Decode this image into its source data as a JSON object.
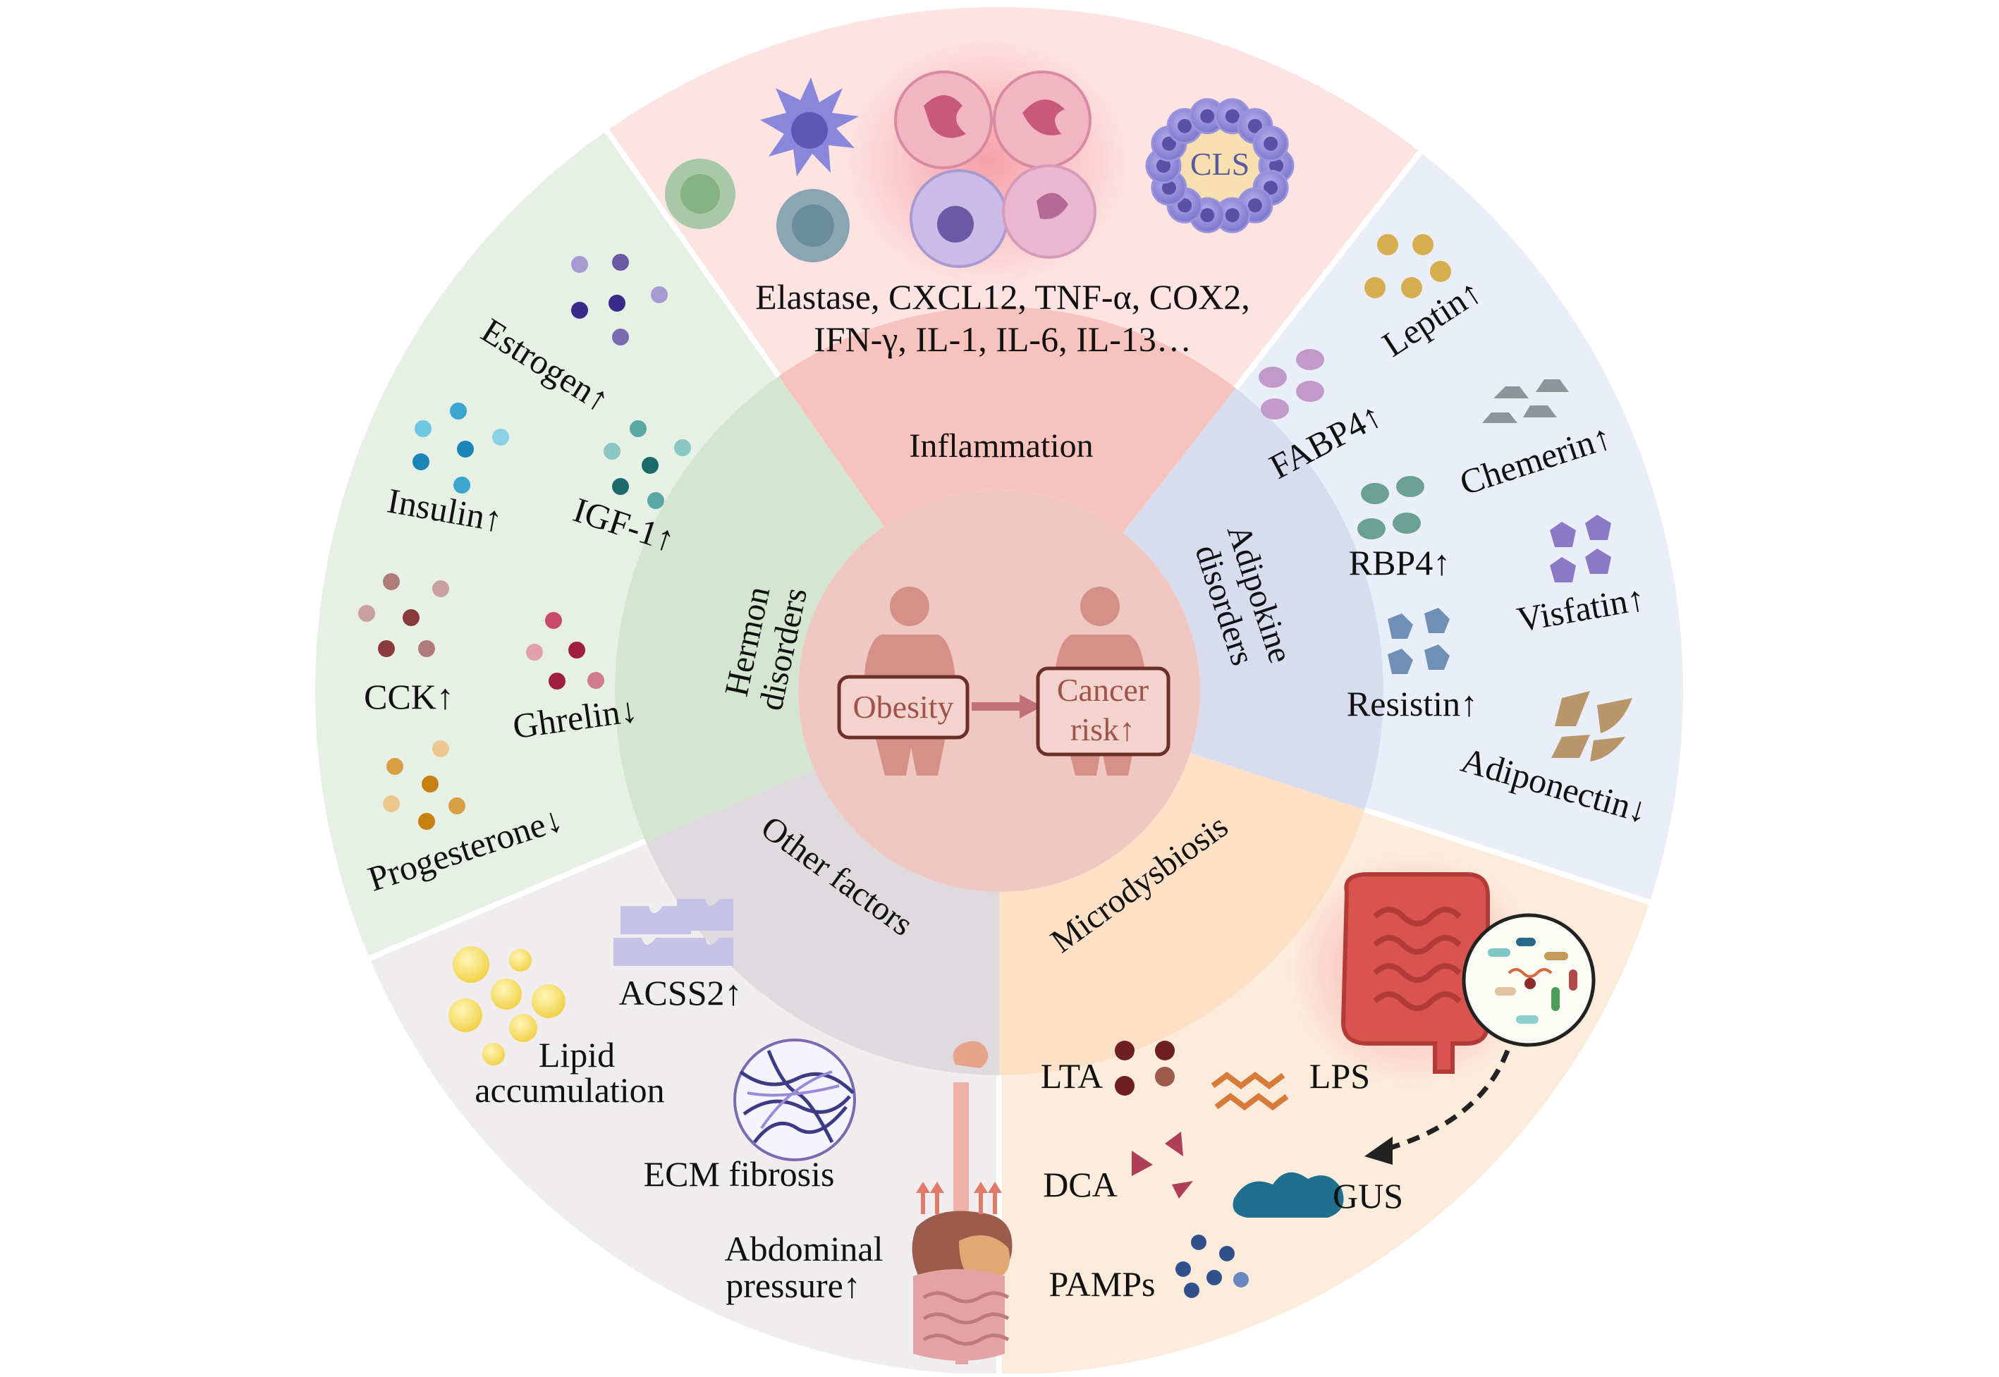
{
  "center": {
    "obesity": "Obesity",
    "cancer_line1": "Cancer",
    "cancer_line2": "risk↑"
  },
  "sectors": {
    "inflammation": {
      "label": "Inflammation",
      "cls_label": "CLS",
      "cytokines_line1": "Elastase, CXCL12, TNF-α, COX2,",
      "cytokines_line2": "IFN-γ, IL-1, IL-6, IL-13…"
    },
    "adipokine": {
      "label_line1": "Adipokine",
      "label_line2": "disorders",
      "items": {
        "leptin": "Leptin↑",
        "fabp4": "FABP4↑",
        "chemerin": "Chemerin↑",
        "rbp4": "RBP4↑",
        "visfatin": "Visfatin↑",
        "resistin": "Resistin↑",
        "adiponectin": "Adiponectin↓"
      }
    },
    "microdysbiosis": {
      "label": "Microdysbiosis",
      "items": {
        "lta": "LTA",
        "lps": "LPS",
        "dca": "DCA",
        "gus": "GUS",
        "pamps": "PAMPs"
      }
    },
    "other": {
      "label": "Other factors",
      "items": {
        "acss2": "ACSS2↑",
        "lipid_line1": "Lipid",
        "lipid_line2": "accumulation",
        "ecm": "ECM fibrosis",
        "abdominal_line1": "Abdominal",
        "abdominal_line2": "pressure↑"
      }
    },
    "hormone": {
      "label_line1": "Hermon",
      "label_line2": "disorders",
      "items": {
        "estrogen": "Estrogen↑",
        "insulin": "Insulin↑",
        "igf1": "IGF-1↑",
        "cck": "CCK↑",
        "ghrelin": "Ghrelin↓",
        "progesterone": "Progesterone↓"
      }
    }
  },
  "colors": {
    "inflammation": "#fde3e1",
    "adipokine": "#eaeef8",
    "microdysbiosis": "#fdebdb",
    "other": "#efedee",
    "hormone": "#e6f0e4",
    "core": "#f0c8c2",
    "figure": "#d59188"
  }
}
